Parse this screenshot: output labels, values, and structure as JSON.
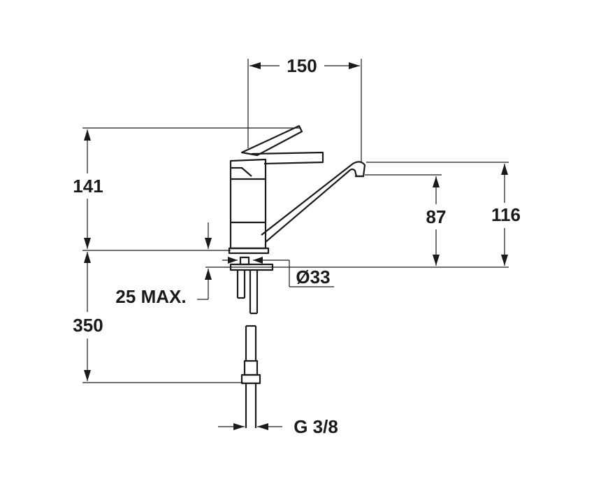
{
  "dimensions": {
    "spout_reach": "150",
    "total_height": "141",
    "spout_height": "116",
    "spout_clearance": "87",
    "hose_length": "350",
    "deck_thickness": "25 MAX.",
    "hole_diameter": "Ø33",
    "thread": "G 3/8"
  }
}
